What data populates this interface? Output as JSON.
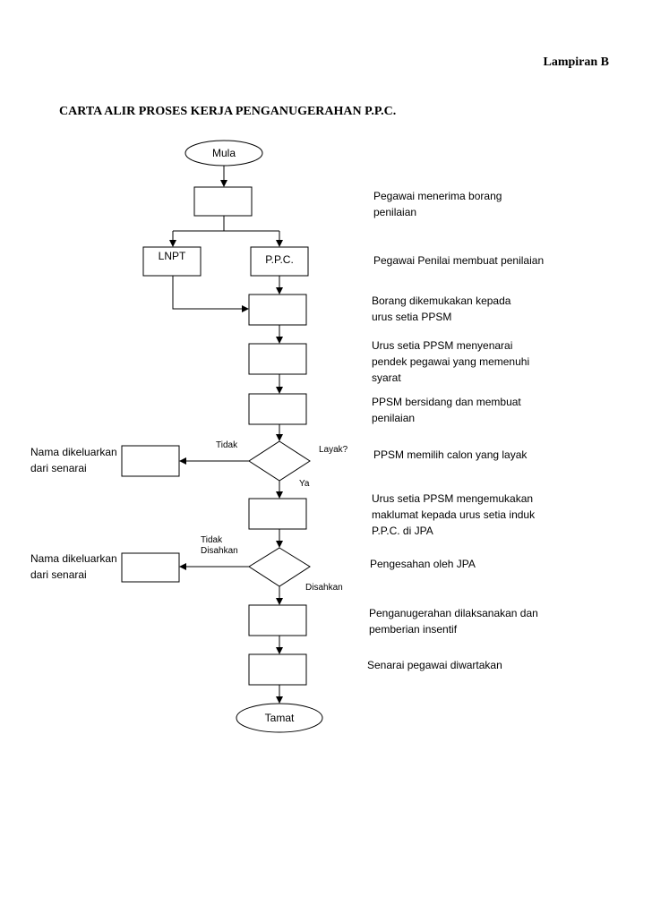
{
  "header": {
    "lampiran": "Lampiran B",
    "title": "CARTA ALIR PROSES KERJA PENGANUGERAHAN P.P.C."
  },
  "flow": {
    "start": "Mula",
    "end": "Tamat",
    "box_lnpt": "LNPT",
    "box_ppc": "P.P.C.",
    "decision1_question": "Layak?",
    "decision1_no": "Tidak",
    "decision1_yes": "Ya",
    "decision2_no": "Tidak Disahkan",
    "decision2_yes": "Disahkan",
    "reject1": "Nama dikeluarkan dari senarai",
    "reject2": "Nama dikeluarkan dari senarai"
  },
  "notes": [
    "Pegawai menerima borang penilaian",
    "Pegawai Penilai membuat penilaian",
    "Borang dikemukakan kepada urus setia PPSM",
    "Urus setia PPSM menyenarai pendek pegawai yang memenuhi syarat",
    "PPSM bersidang dan membuat penilaian",
    "PPSM memilih calon yang layak",
    "Urus setia PPSM mengemukakan maklumat kepada urus setia induk P.P.C. di JPA",
    "Pengesahan oleh JPA",
    "Penganugerahan dilaksanakan dan pemberian insentif",
    "Senarai pegawai diwartakan"
  ]
}
